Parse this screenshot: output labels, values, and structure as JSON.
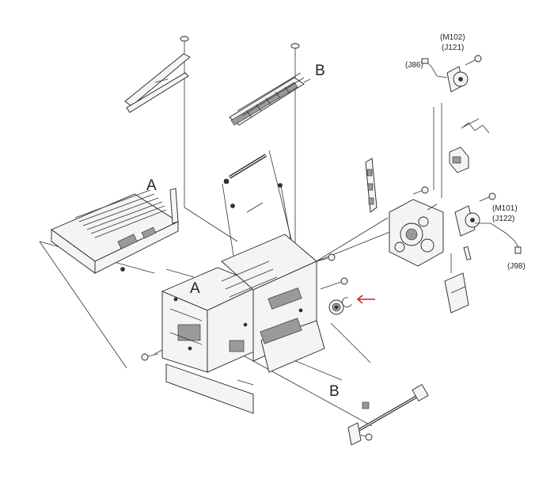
{
  "callouts": {
    "a_upper": "A",
    "a_lower": "A",
    "b_upper": "B",
    "b_lower": "B"
  },
  "connectors": {
    "m102": "(M102)",
    "j121": "(J121)",
    "j86": "(J86)",
    "m101": "(M101)",
    "j122": "(J122)",
    "j98": "(J98)"
  },
  "colors": {
    "pointer_arrow": "#d0202a"
  }
}
